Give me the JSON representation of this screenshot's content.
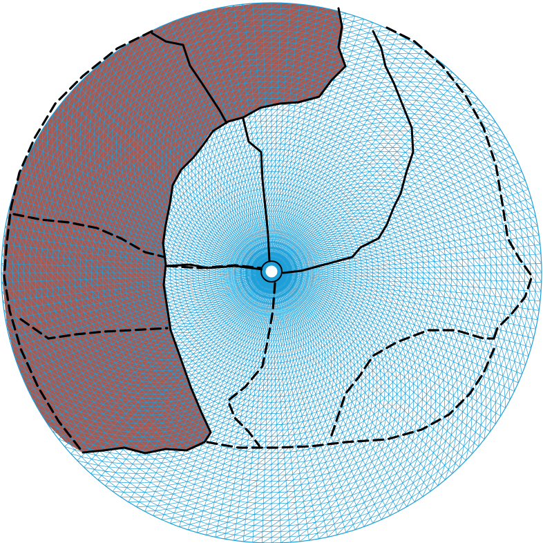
{
  "map": {
    "projection": "azimuthal-equidistant-polar",
    "colors": {
      "background": "#ffffff",
      "mesh": "#1e9fd8",
      "land": "#a85a52",
      "land_hatch": "#d9d4ec",
      "border": "#000000",
      "pole_ring": "#1e9fd8"
    },
    "mesh": {
      "rings": 48,
      "spokes": 180,
      "diagonals": true
    },
    "land_region": "western-hemisphere-shaded",
    "boundaries": {
      "solid": "continental-coastlines",
      "dashed": "sector-and-shelf-boundaries"
    }
  }
}
